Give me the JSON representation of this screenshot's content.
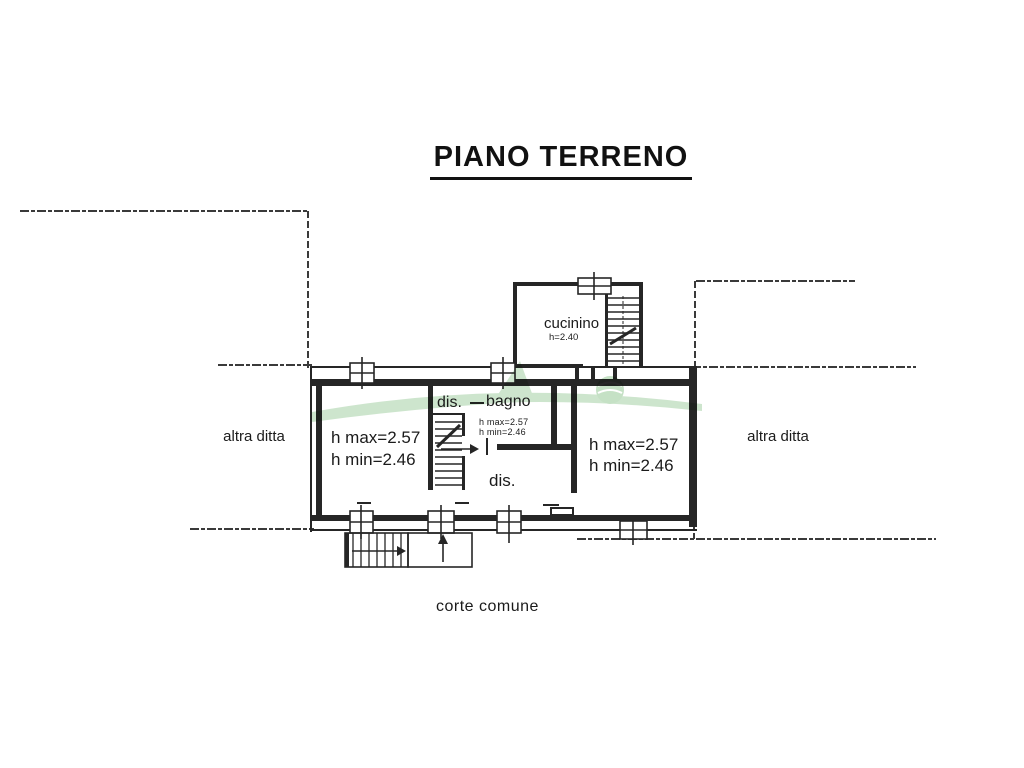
{
  "title": "PIANO TERRENO",
  "plan": {
    "rooms": {
      "cucinino": {
        "label": "cucinino",
        "height": "h=2.40"
      },
      "bagno": {
        "label": "bagno",
        "h_max": "h max=2.57",
        "h_min": "h min=2.46"
      },
      "disimpegno_top": {
        "label": "dis."
      },
      "disimpegno_corridor": {
        "label": "dis."
      },
      "room_left": {
        "h_max": "h max=2.57",
        "h_min": "h min=2.46"
      },
      "room_right": {
        "h_max": "h max=2.57",
        "h_min": "h min=2.46"
      }
    },
    "annotations": {
      "altra_ditta_left": "altra ditta",
      "altra_ditta_right": "altra ditta",
      "corte_comune": "corte comune"
    }
  },
  "colors": {
    "line": "#262626",
    "boundary_line": "#3a3a3a",
    "watermark_green": "#9ccc9c",
    "background": "#ffffff"
  }
}
